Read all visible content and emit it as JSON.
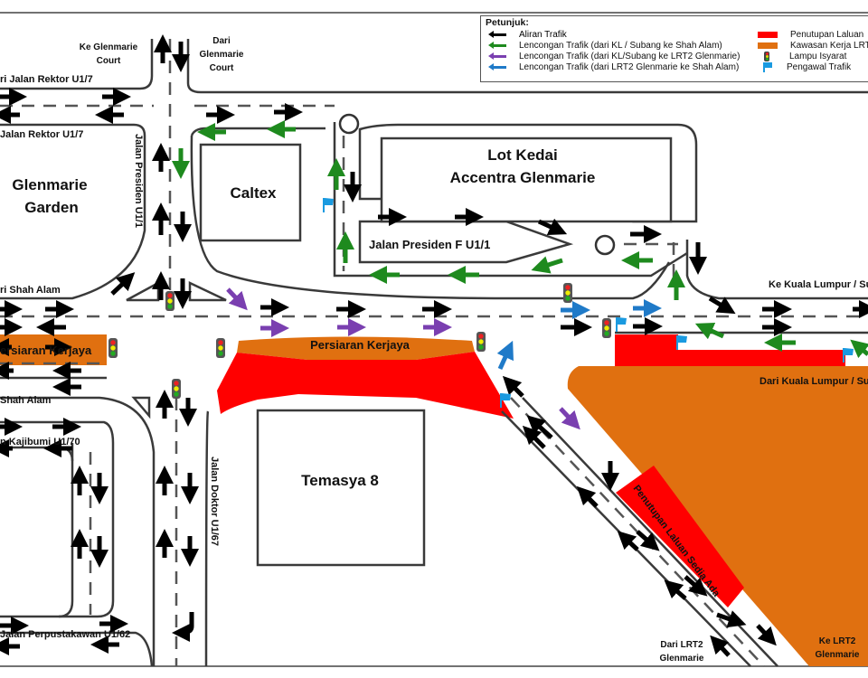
{
  "legend": {
    "title": "Petunjuk:",
    "items": [
      {
        "label": "Aliran Trafik",
        "type": "arrow",
        "color": "#000000"
      },
      {
        "label": "Lencongan Trafik (dari KL / Subang ke Shah Alam)",
        "type": "arrow",
        "color": "#1e8a1e"
      },
      {
        "label": "Lencongan Trafik (dari KL/Subang ke LRT2 Glenmarie)",
        "type": "arrow",
        "color": "#7a3fb0"
      },
      {
        "label": "Lencongan Trafik (dari LRT2 Glenmarie ke Shah Alam)",
        "type": "arrow",
        "color": "#1f7ac8"
      },
      {
        "label": "Penutupan Laluan",
        "type": "swatch",
        "color": "#ff0000"
      },
      {
        "label": "Kawasan Kerja LRT3",
        "type": "swatch",
        "color": "#e07010"
      },
      {
        "label": "Lampu Isyarat",
        "type": "traffic-light"
      },
      {
        "label": "Pengawal Trafik",
        "type": "flag",
        "color": "#1a9ae0"
      }
    ]
  },
  "colors": {
    "traffic_flow": "#000000",
    "detour_green": "#1e8a1e",
    "detour_purple": "#7a3fb0",
    "detour_blue": "#1f7ac8",
    "road_closure": "#ff0000",
    "lrt3_work_zone": "#e07010",
    "traffic_warden": "#1a9ae0"
  },
  "labels": {
    "ke_glenmarie_court": [
      "Ke Glenmarie",
      "Court"
    ],
    "dari_glenmarie_court": [
      "Dari",
      "Glenmarie",
      "Court"
    ],
    "jalan_rektor_top": "ri Jalan Rektor U1/7",
    "jalan_rektor_bottom": "Jalan Rektor U1/7",
    "jalan_presiden": "Jalan Presiden U1/1",
    "glenmarie_garden": [
      "Glenmarie",
      "Garden"
    ],
    "caltex": "Caltex",
    "lot_kedai": [
      "Lot Kedai",
      "Accentra Glenmarie"
    ],
    "jalan_presiden_f": "Jalan Presiden F U1/1",
    "dari_shah_alam": "ri Shah Alam",
    "ke_shah_alam": "Shah Alam",
    "persiarann_kerjaya_left": "ersiaran Kerjaya",
    "persiaran_kerjaya_center": "Persiaran Kerjaya",
    "ke_kuala_lumpur": "Ke Kuala Lumpur / Su",
    "dari_kuala_lumpur": "Dari Kuala Lumpur / Su",
    "jalan_kajibumi": "n Kajibumi U1/70",
    "jalan_doktor": "Jalan Doktor U1/67",
    "temasya_8": "Temasya 8",
    "penutupan_sedia_ada": "Penutupan Laluan Sedia Ada",
    "jalan_perpustakawan": "Jalan Perpustakawan U1/62",
    "dari_lrt2": [
      "Dari LRT2",
      "Glenmarie"
    ],
    "ke_lrt2": [
      "Ke LRT2",
      "Glenmarie"
    ]
  }
}
